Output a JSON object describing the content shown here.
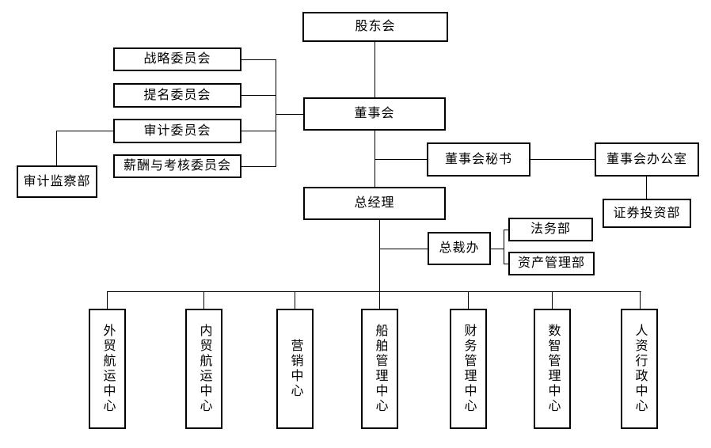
{
  "diagram": {
    "type": "org-chart",
    "background_color": "#ffffff",
    "line_color": "#000000",
    "box_border_color": "#000000",
    "text_color": "#000000",
    "nodes": {
      "shareholders": {
        "label": "股东会"
      },
      "board": {
        "label": "董事会"
      },
      "strategy_committee": {
        "label": "战略委员会"
      },
      "nomination_committee": {
        "label": "提名委员会"
      },
      "audit_committee": {
        "label": "审计委员会"
      },
      "compensation_committee": {
        "label": "薪酬与考核委员会"
      },
      "audit_supervision_dept": {
        "label": "审计监察部"
      },
      "board_secretary": {
        "label": "董事会秘书"
      },
      "board_office": {
        "label": "董事会办公室"
      },
      "securities_investment_dept": {
        "label": "证券投资部"
      },
      "general_manager": {
        "label": "总经理"
      },
      "president_office": {
        "label": "总裁办"
      },
      "legal_dept": {
        "label": "法务部"
      },
      "asset_management_dept": {
        "label": "资产管理部"
      },
      "foreign_trade_shipping_center": {
        "label": "外贸航运中心"
      },
      "domestic_trade_shipping_center": {
        "label": "内贸航运中心"
      },
      "marketing_center": {
        "label": "营销中心"
      },
      "ship_management_center": {
        "label": "船舶管理中心"
      },
      "finance_management_center": {
        "label": "财务管理中心"
      },
      "digital_management_center": {
        "label": "数智管理中心"
      },
      "hr_admin_center": {
        "label": "人资行政中心"
      }
    },
    "edges": [
      [
        "shareholders",
        "board"
      ],
      [
        "board",
        "strategy_committee"
      ],
      [
        "board",
        "nomination_committee"
      ],
      [
        "board",
        "audit_committee"
      ],
      [
        "board",
        "compensation_committee"
      ],
      [
        "audit_committee",
        "audit_supervision_dept"
      ],
      [
        "board",
        "board_secretary"
      ],
      [
        "board_secretary",
        "board_office"
      ],
      [
        "board_office",
        "securities_investment_dept"
      ],
      [
        "board",
        "general_manager"
      ],
      [
        "general_manager",
        "president_office"
      ],
      [
        "president_office",
        "legal_dept"
      ],
      [
        "president_office",
        "asset_management_dept"
      ],
      [
        "general_manager",
        "foreign_trade_shipping_center"
      ],
      [
        "general_manager",
        "domestic_trade_shipping_center"
      ],
      [
        "general_manager",
        "marketing_center"
      ],
      [
        "general_manager",
        "ship_management_center"
      ],
      [
        "general_manager",
        "finance_management_center"
      ],
      [
        "general_manager",
        "digital_management_center"
      ],
      [
        "general_manager",
        "hr_admin_center"
      ]
    ]
  }
}
